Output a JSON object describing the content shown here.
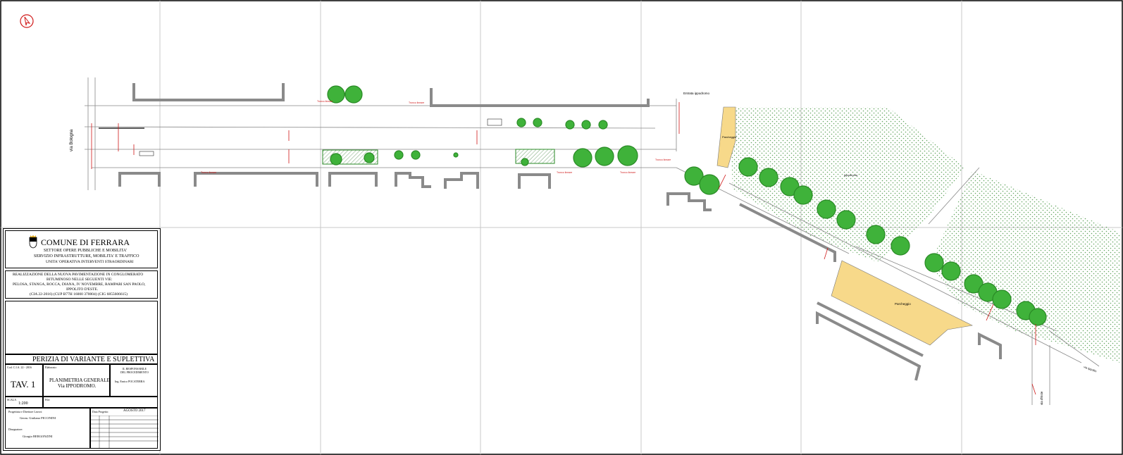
{
  "header": {
    "comune": "COMUNE DI FERRARA",
    "settore": "SETTORE OPERE PUBBLICHE E MOBILITA'",
    "servizio": "SERVIZIO INFRASTRUTTURE, MOBILITA' E TRAFFICO",
    "unita": "UNITA' OPERATIVA INTERVENTI STRAORDINARI"
  },
  "project": {
    "line1": "REALIZZAZIONE DELLA NUOVA PAVIMENTAZIONE IN CONGLOMERATO",
    "line2": "BITUMINOSO NELLE SEGUENTI VIE:",
    "line3": "PELOSA, STANGA, ROCCA, DIANA, IV NOVEMBRE, RAMPARI SAN PAOLO,",
    "line4": "IPPOLITO D'ESTE.",
    "line5": "(CIA 22-2016) (CUP B77H 16000 370004) (CIG 6855606615)"
  },
  "perizia": "PERIZIA DI VARIANTE E SUPLETTIVA",
  "cod": "Cod. C.I.A.    22 - 2016",
  "elaborato_label": "Elaborato:",
  "tav": "TAV. 1",
  "planimetria": "PLANIMETRIA  GENERALE",
  "via": "Via IPPODROMO.",
  "responsabile": "IL RESPONSABILE\nDEL PROCEDIMENTO",
  "ing": "Ing. Enrico POCATERRA",
  "scala_label": "SCALA",
  "scala": "1:200",
  "file_label": "File:",
  "progettista_label": "Progettista e Direttore Lavori:",
  "progettista": "Geom. Giuliano PICCININI",
  "disegnatore_label": "Disegnatore:",
  "disegnatore": "Giorgio BERGONZINI",
  "data_label": "Data Progetto:",
  "data": "AGOSTO  2017",
  "map": {
    "via_bologna": "via Bologna",
    "entrata_ippodromo": "Entrata ippodromo",
    "parcheggio1": "Parcheggio",
    "parcheggio2": "Parcheggio",
    "ippo_label": "Ippodromo",
    "via_ippolito": "via Ippolito",
    "via_este": "via d'Este"
  },
  "colors": {
    "tree": "#3fb23a",
    "tree_dark": "#2a8a26",
    "parking": "#f7d98a",
    "grass_dot": "#3d8f3a",
    "red": "#d01818",
    "wall": "#8a8a8a"
  }
}
